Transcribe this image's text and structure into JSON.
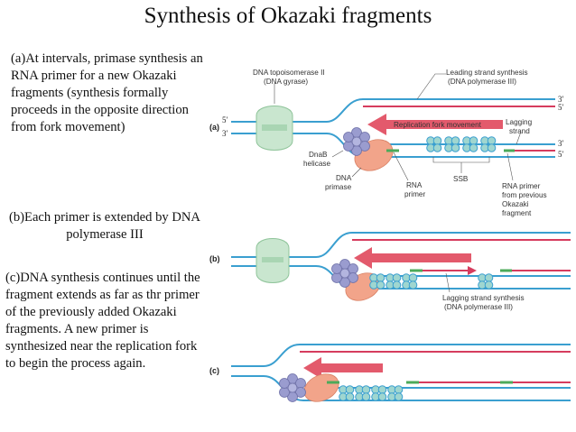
{
  "title": "Synthesis of Okazaki fragments",
  "text_a": "(a)At intervals, primase synthesis an RNA primer for a new Okazaki fragments (synthesis formally proceeds in the opposite direction from fork movement)",
  "text_b": "(b)Each primer is extended by DNA polymerase III",
  "text_c": "(c)DNA synthesis continues until the fragment extends as far as thr primer of the previously added Okazaki fragments. A new primer is synthesized near the replication fork to begin the process again.",
  "diagram": {
    "panel_a": "(a)",
    "panel_b": "(b)",
    "panel_c": "(c)",
    "topo_l1": "DNA topoisomerase II",
    "topo_l2": "(DNA gyrase)",
    "lead_l1": "Leading strand synthesis",
    "lead_l2": "(DNA polymerase III)",
    "fork_movement": "Replication fork movement",
    "lagging_l1": "Lagging",
    "lagging_l2": "strand",
    "dnab_l1": "DnaB",
    "dnab_l2": "helicase",
    "primase_l1": "DNA",
    "primase_l2": "primase",
    "rna_l1": "RNA",
    "rna_l2": "primer",
    "ssb": "SSB",
    "prev_l1": "RNA primer",
    "prev_l2": "from previous",
    "prev_l3": "Okazaki",
    "prev_l4": "fragment",
    "lagsyn_l1": "Lagging strand synthesis",
    "lagsyn_l2": "(DNA polymerase III)",
    "five_prime": "5′",
    "three_prime": "3′"
  },
  "colors": {
    "dna": "#3a9fd0",
    "new_strand": "#d63c5e",
    "primer": "#4caa5a",
    "arrow": "#e35a6c",
    "gyrase": "#c9e6cf",
    "primase": "#f2a48a",
    "helicase": "#9a9ccf",
    "ssb": "#9fd6d0"
  }
}
